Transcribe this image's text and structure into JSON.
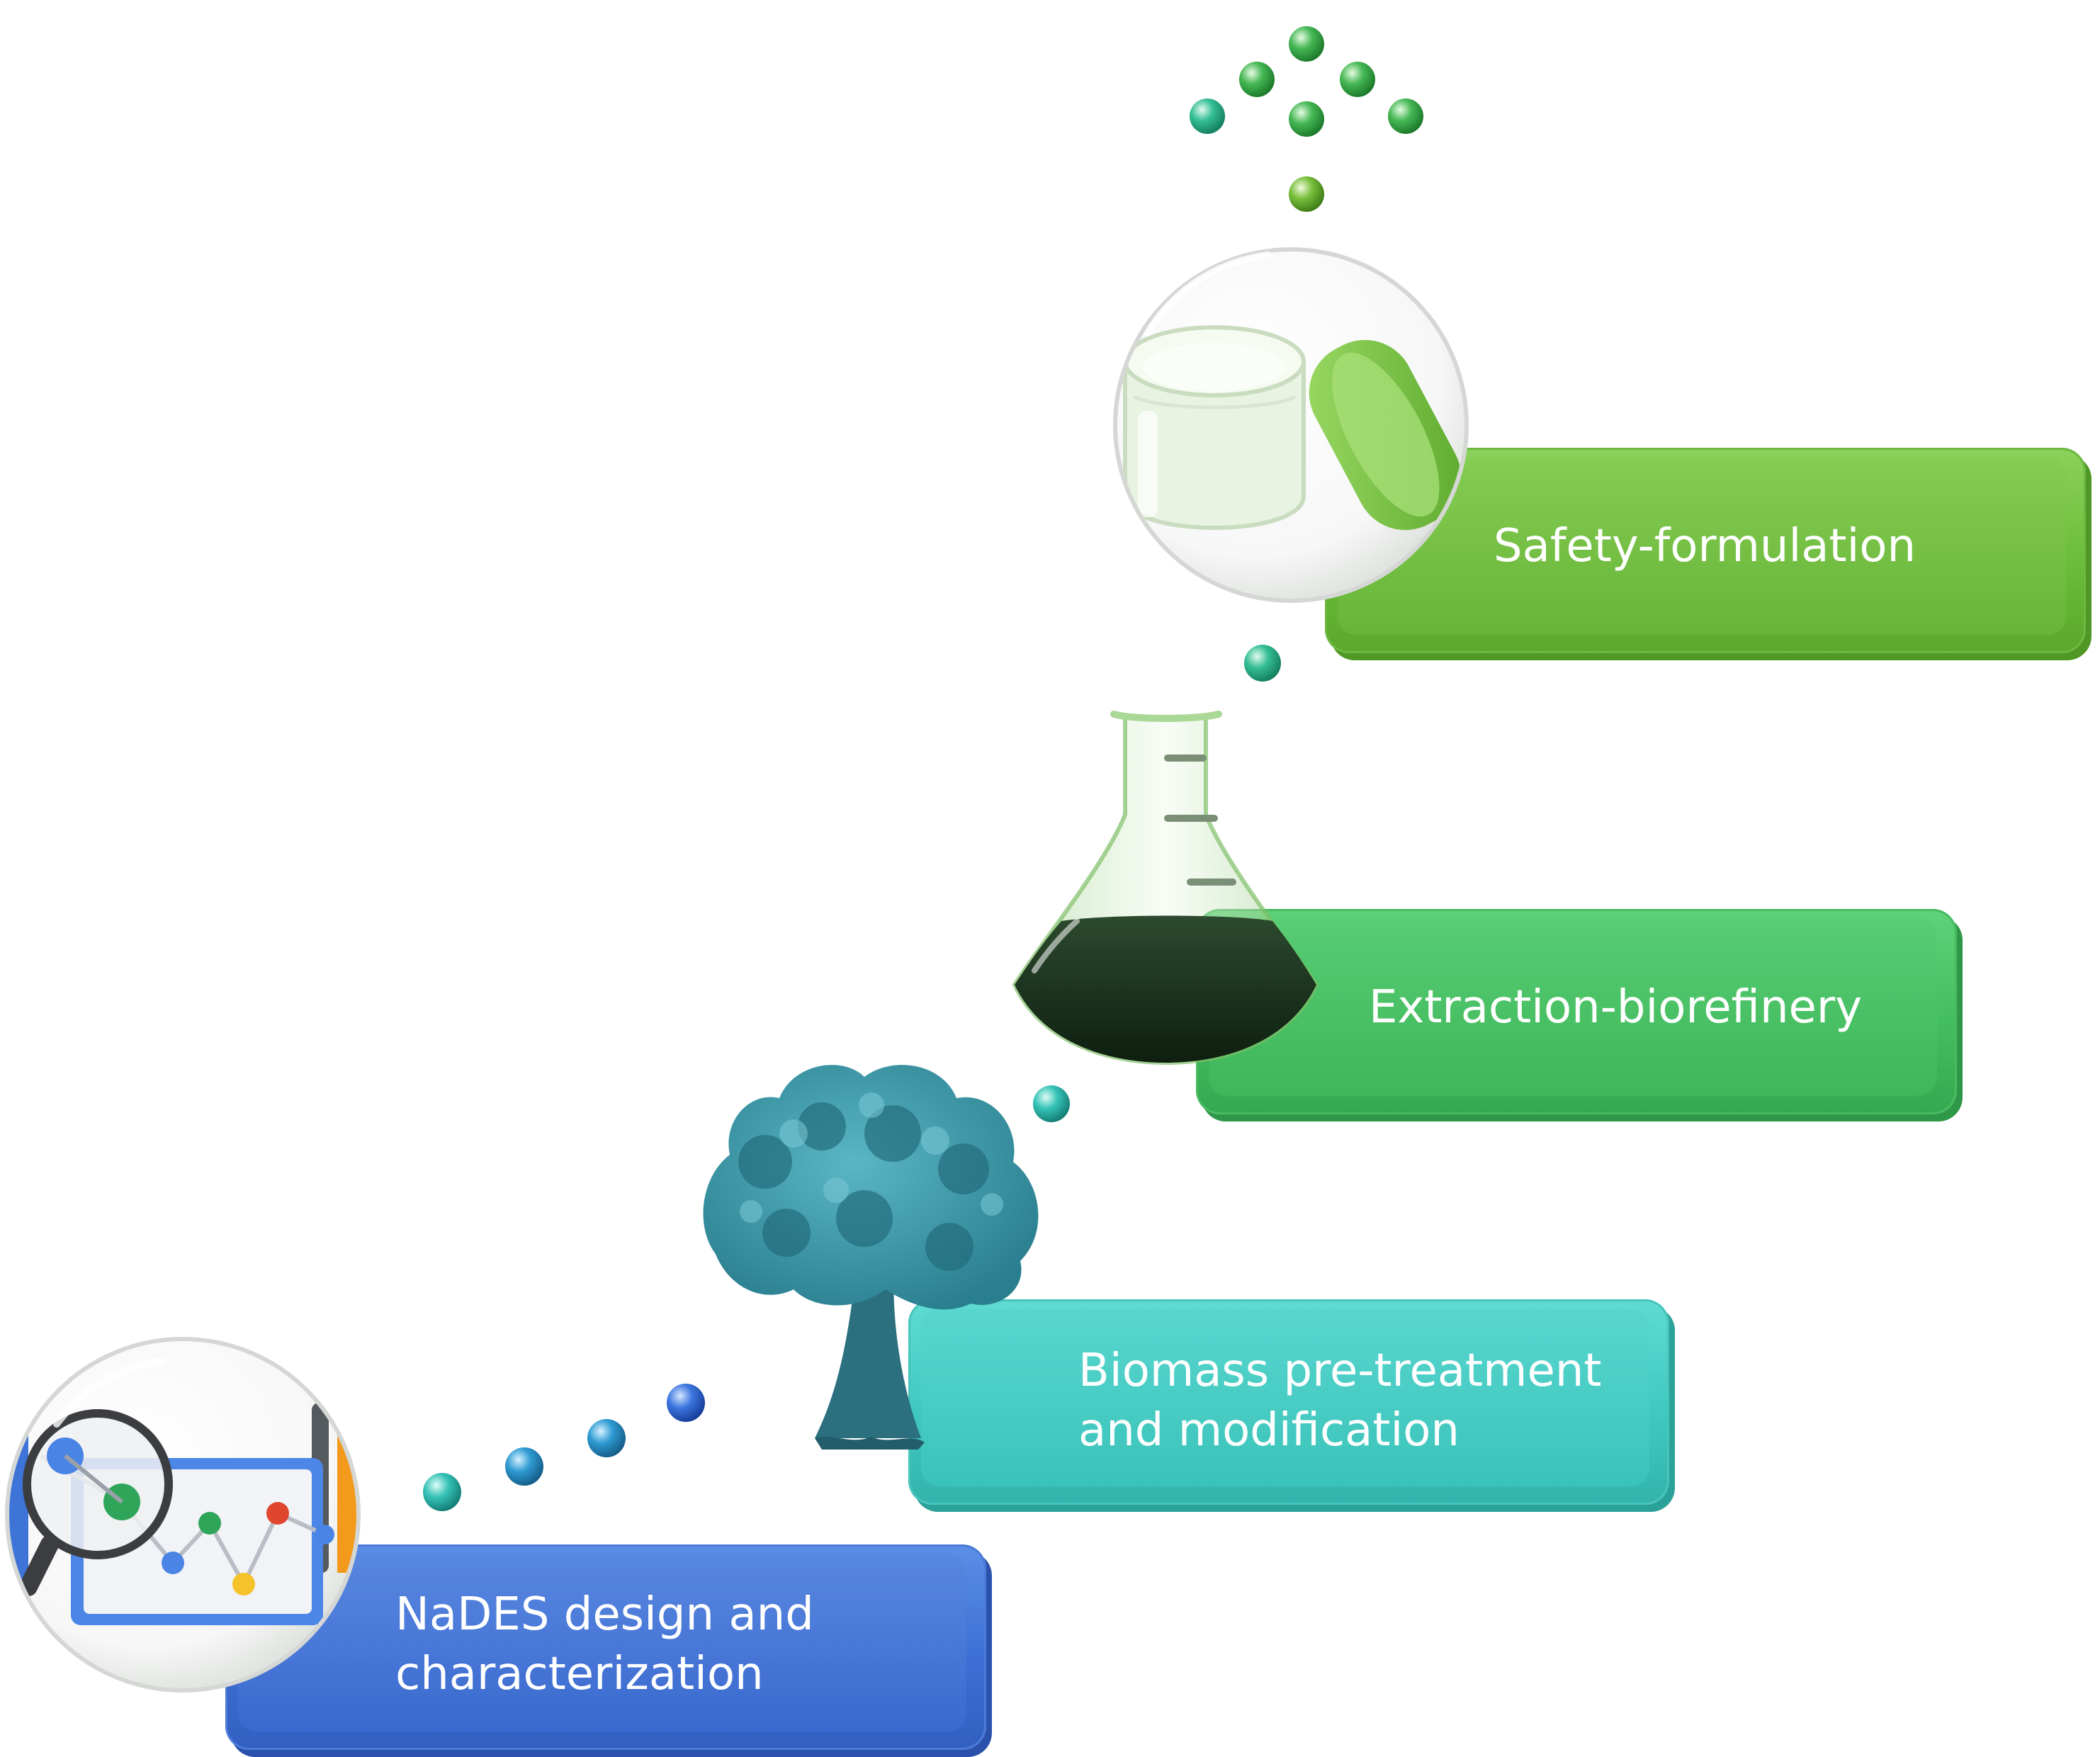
{
  "steps": [
    {
      "id": "nades",
      "lines": [
        "NaDES design and",
        "characterization"
      ],
      "color": "#3e6fd6"
    },
    {
      "id": "biomass",
      "lines": [
        "Biomass pre-treatment",
        "and modification"
      ],
      "color": "#40c9c0"
    },
    {
      "id": "extraction",
      "lines": [
        "Extraction-biorefinery"
      ],
      "color": "#43be5e"
    },
    {
      "id": "safety",
      "lines": [
        "Safety-formulation"
      ],
      "color": "#6cbd3b"
    }
  ],
  "icons": {
    "nades": "line-chart-magnifier-icon",
    "biomass": "tree-icon",
    "extraction": "erlenmeyer-flask-icon",
    "safety": "cream-jar-icon"
  },
  "colors": {
    "dot_blue": "#3b6fd8",
    "dot_teal": "#3cc2b8",
    "dot_green": "#4fbf56",
    "dot_lime": "#7cc23f"
  }
}
